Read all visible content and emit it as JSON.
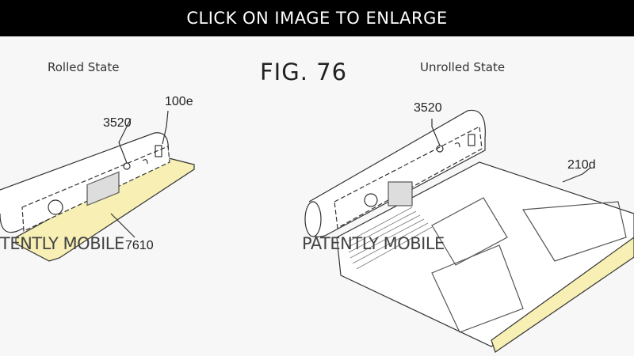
{
  "banner": {
    "text": "CLICK ON IMAGE TO ENLARGE"
  },
  "figure": {
    "title": "FIG. 76",
    "left_label": "Rolled State",
    "right_label": "Unrolled State",
    "refs": {
      "left_device": "100e",
      "left_module": "3520",
      "left_base": "7610",
      "right_module": "3520",
      "right_display": "210d"
    }
  },
  "watermark": {
    "left": "TENTLY MOBILE",
    "right": "PATENTLY MOBILE"
  },
  "colors": {
    "accent_strip": "#f7efb4",
    "banner": "#000000"
  }
}
